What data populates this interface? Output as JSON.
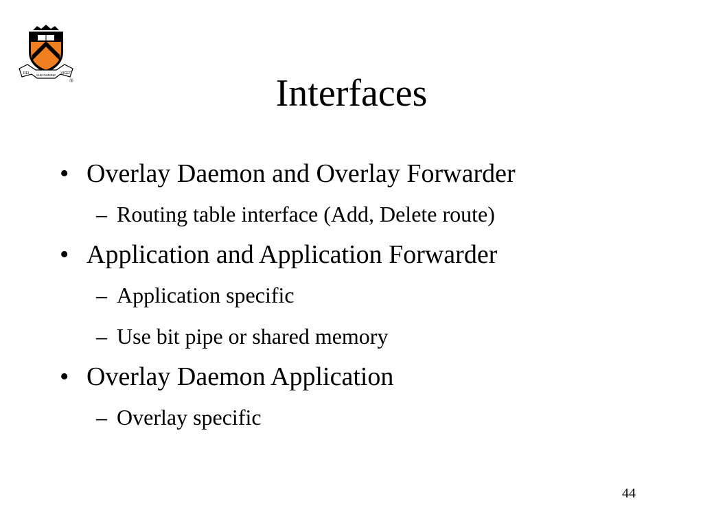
{
  "slide": {
    "title": "Interfaces",
    "logo_motto_left": "DEI",
    "logo_motto_center": "SUB NUMINE",
    "logo_motto_right": "VIGET",
    "logo_registered": "®",
    "bullets": [
      {
        "marker": "•",
        "text": "Overlay Daemon and Overlay Forwarder",
        "subitems": [
          {
            "marker": "–",
            "text": "Routing table interface (Add, Delete route)"
          }
        ]
      },
      {
        "marker": "•",
        "text": "Application and Application Forwarder",
        "subitems": [
          {
            "marker": "–",
            "text": "Application specific"
          },
          {
            "marker": "–",
            "text": "Use bit pipe or shared memory"
          }
        ]
      },
      {
        "marker": "•",
        "text": "Overlay Daemon Application",
        "subitems": [
          {
            "marker": "–",
            "text": "Overlay specific"
          }
        ]
      }
    ],
    "page_number": "44"
  },
  "colors": {
    "shield_black": "#000000",
    "shield_orange": "#f07f22",
    "chevron_black": "#000000",
    "background": "#ffffff",
    "text": "#000000"
  }
}
